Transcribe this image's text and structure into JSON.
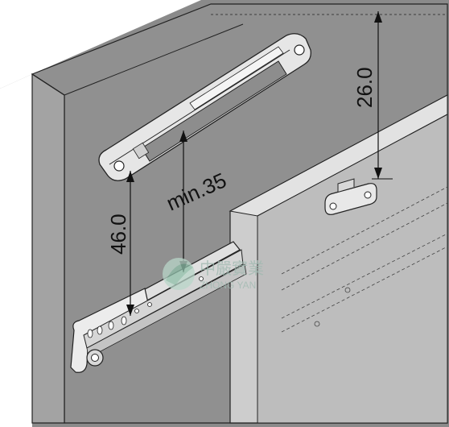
{
  "dimensions": {
    "vertical_height": "26.0",
    "min_offset": "min.35",
    "damper_height": "46.0"
  },
  "watermark": {
    "text_cn": "中嚴實業",
    "text_en": "ZHONG YAN"
  },
  "colors": {
    "panel": "#8f8f8f",
    "panel_dark": "#7a7a7a",
    "panel_edge": "#a6a6a6",
    "drawer": "#cfcfcf",
    "part": "#e6e6e6",
    "line": "#111111",
    "watermark": "#9fb9b0"
  }
}
